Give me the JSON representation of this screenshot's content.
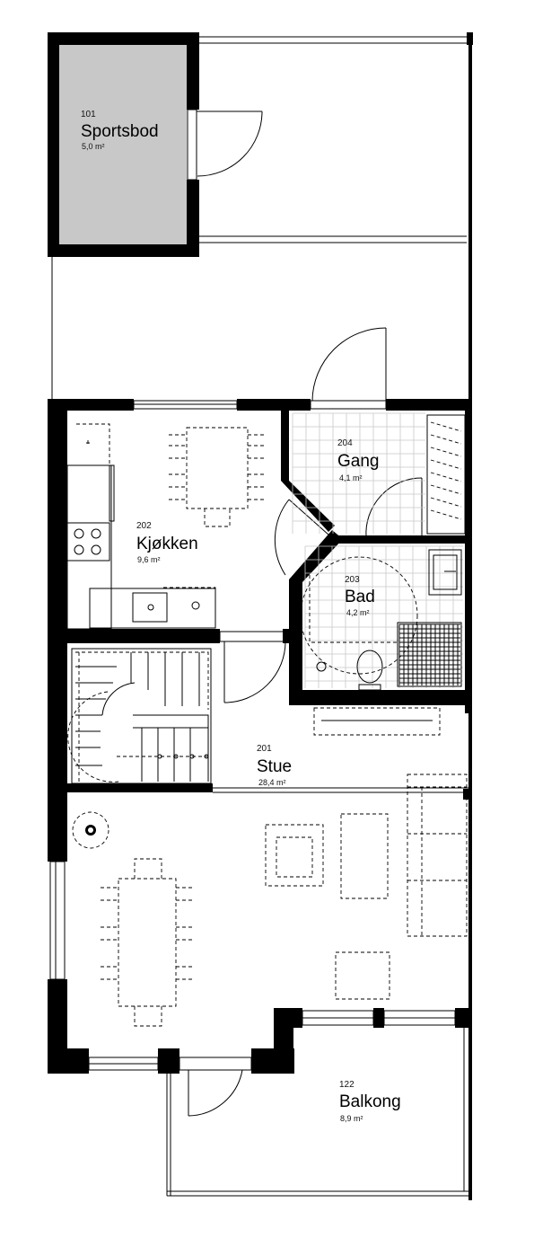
{
  "plan": {
    "rooms": [
      {
        "id": "sportsbod",
        "number": "101",
        "name": "Sportsbod",
        "area": "5,0 m²"
      },
      {
        "id": "gang",
        "number": "204",
        "name": "Gang",
        "area": "4,1 m²"
      },
      {
        "id": "kjokken",
        "number": "202",
        "name": "Kjøkken",
        "area": "9,6 m²"
      },
      {
        "id": "bad",
        "number": "203",
        "name": "Bad",
        "area": "4,2 m²"
      },
      {
        "id": "stue",
        "number": "201",
        "name": "Stue",
        "area": "28,4 m²"
      },
      {
        "id": "balkong",
        "number": "122",
        "name": "Balkong",
        "area": "8,9 m²"
      }
    ],
    "colors": {
      "wall": "#000000",
      "storage_fill": "#c8c8c8",
      "tile_grid": "#c8c8c8",
      "background": "#ffffff"
    }
  }
}
